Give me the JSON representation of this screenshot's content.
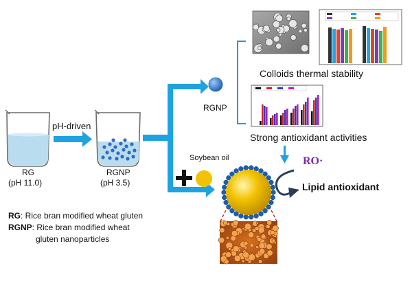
{
  "labels": {
    "rg": "RG",
    "rg_ph": "(pH 11.0)",
    "rgnp": "RGNP",
    "rgnp_ph": "(pH 3.5)",
    "ph_driven": "pH-driven",
    "rgnp_branch": "RGNP",
    "soybean_oil": "Soybean oil",
    "thermal_stability": "Colloids thermal stability",
    "antioxidant": "Strong antioxidant activities",
    "ro_radical": "RO·",
    "lipid_antioxidant": "Lipid antioxidant"
  },
  "legend": [
    {
      "abbr": "RG",
      "text": ": Rice bran modified wheat gluten"
    },
    {
      "abbr": "RGNP",
      "text": ": Rice bran modified wheat"
    },
    {
      "abbr": "",
      "text": "gluten nanoparticles"
    }
  ],
  "colors": {
    "arrow": "#1fa2e0",
    "water": "#b9dcef",
    "nanoparticle": "#2f6cc4",
    "oil_droplet": "#f2c200",
    "shell_bead": "#1d5fae",
    "ro_text": "#7a2aa8",
    "bracket": "#3d8fd6",
    "dashed_line": "#c0392b"
  },
  "icons": {
    "plus": "plus-icon",
    "curved_arrow": "curved-arrow-icon"
  }
}
